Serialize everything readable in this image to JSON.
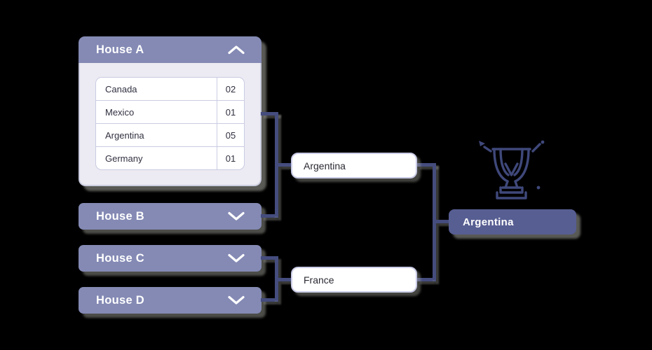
{
  "background_color": "#000000",
  "colors": {
    "accordion_header": "#848AB4",
    "panel_body": "#ECEAF2",
    "connector_line": "#454D7E",
    "winner_box": "#575E92",
    "match_box_border": "#C9CBE6",
    "trophy_outline": "#3F487A"
  },
  "houses": {
    "a": {
      "label": "House A",
      "state": "expanded",
      "rows": [
        {
          "team": "Canada",
          "score": "02"
        },
        {
          "team": "Mexico",
          "score": "01"
        },
        {
          "team": "Argentina",
          "score": "05"
        },
        {
          "team": "Germany",
          "score": "01"
        }
      ]
    },
    "b": {
      "label": "House B",
      "state": "collapsed"
    },
    "c": {
      "label": "House C",
      "state": "collapsed"
    },
    "d": {
      "label": "House D",
      "state": "collapsed"
    }
  },
  "semifinals": {
    "top": {
      "team": "Argentina"
    },
    "bottom": {
      "team": "France"
    }
  },
  "final": {
    "champion": "Argentina"
  },
  "icons": {
    "house_a_chevron": "chevron-up-icon",
    "house_bcd_chevron": "chevron-down-icon",
    "champion_icon": "trophy-icon"
  }
}
